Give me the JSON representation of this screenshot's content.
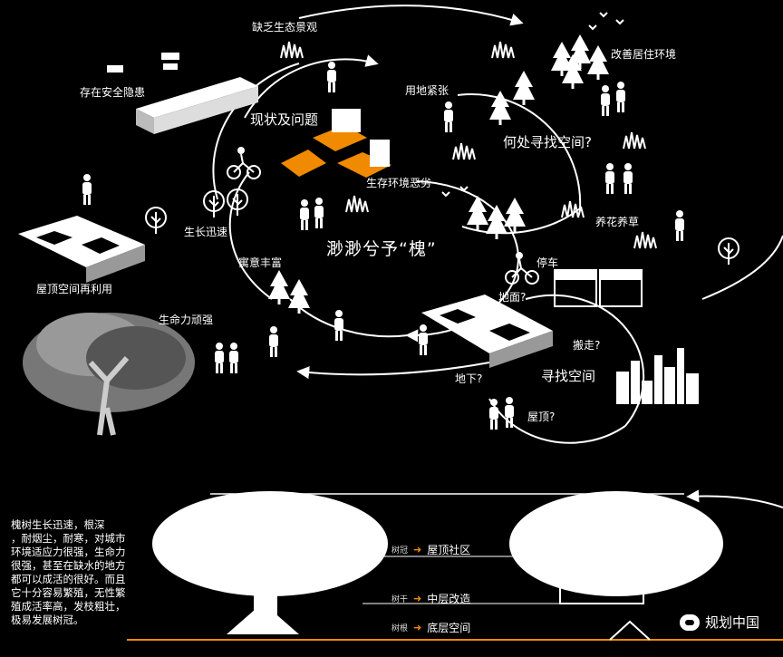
{
  "colors": {
    "background": "#000000",
    "accent": "#f08a00",
    "line": "#ffffff"
  },
  "labels": {
    "title": "渺渺兮予“槐”",
    "status_problem": "现状及问题",
    "lack_landscape": "缺乏生态景观",
    "safety_hazard": "存在安全隐患",
    "land_tight": "用地紧张",
    "poor_environment": "生存环境恶劣",
    "improve_living": "改善居住环境",
    "where_space": "何处寻找空间?",
    "flowers_plants": "养花养草",
    "fast_growth": "生长迅速",
    "rich_meaning": "寓意丰富",
    "roof_reuse": "屋顶空间再利用",
    "vitality": "生命力顽强",
    "parking": "停车",
    "ground": "地面?",
    "move_away": "搬走?",
    "find_space": "寻找空间",
    "underground": "地下?",
    "roof": "屋顶?"
  },
  "description": "槐树生长迅速，根深\n，耐烟尘，耐寒，对城市\n环境适应力很强，生命力\n很强，甚至在缺水的地方\n都可以成活的很好。而且\n它十分容易繁殖，无性繁\n殖成活率高，发枝粗壮，\n极易发展树冠。",
  "layers": [
    {
      "tag": "树冠",
      "label": "屋顶社区"
    },
    {
      "tag": "树干",
      "label": "中层改造"
    },
    {
      "tag": "树根",
      "label": "底层空间"
    }
  ],
  "watermark": "规划中国",
  "icons": [
    "tree-icon",
    "person-icon",
    "cyclist-icon",
    "bird-icon",
    "grass-icon",
    "building-icon"
  ]
}
